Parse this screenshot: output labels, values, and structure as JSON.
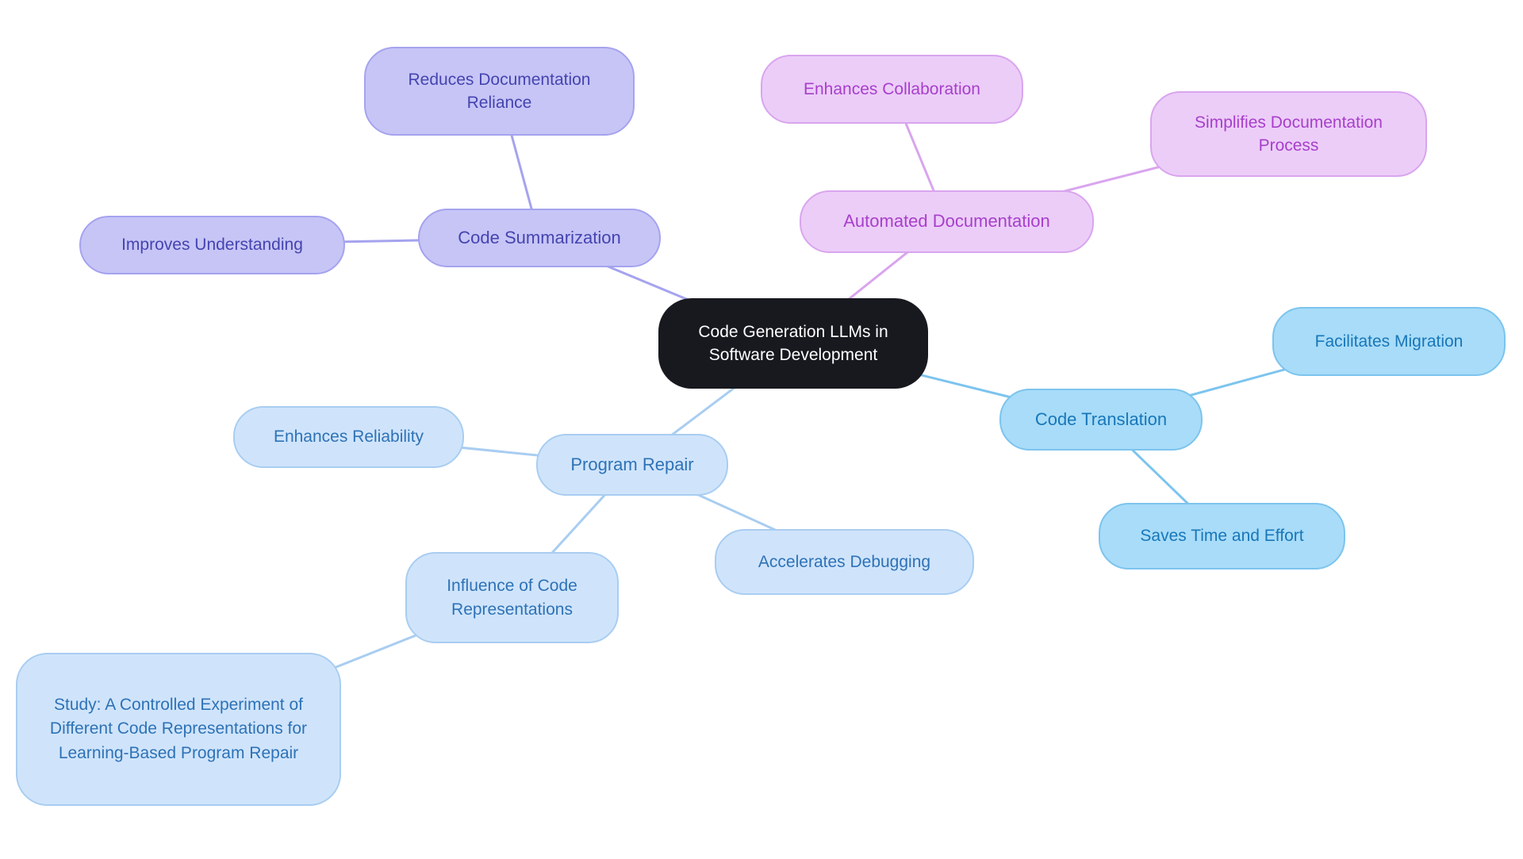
{
  "nodes": {
    "central": {
      "label": "Code Generation LLMs in Software Development"
    },
    "code_summarization": {
      "label": "Code Summarization"
    },
    "reduces_documentation_reliance": {
      "label": "Reduces Documentation Reliance"
    },
    "improves_understanding": {
      "label": "Improves Understanding"
    },
    "automated_documentation": {
      "label": "Automated Documentation"
    },
    "enhances_collaboration": {
      "label": "Enhances Collaboration"
    },
    "simplifies_documentation_process": {
      "label": "Simplifies Documentation Process"
    },
    "code_translation": {
      "label": "Code Translation"
    },
    "facilitates_migration": {
      "label": "Facilitates Migration"
    },
    "saves_time_and_effort": {
      "label": "Saves Time and Effort"
    },
    "program_repair": {
      "label": "Program Repair"
    },
    "enhances_reliability": {
      "label": "Enhances Reliability"
    },
    "accelerates_debugging": {
      "label": "Accelerates Debugging"
    },
    "influence_of_code_representations": {
      "label": "Influence of Code Representations"
    },
    "study_controlled_experiment": {
      "label": "Study: A Controlled Experiment of Different Code Representations for Learning-Based Program Repair"
    }
  },
  "structure": {
    "central": "Code Generation LLMs in Software Development",
    "branches": [
      {
        "label": "Code Summarization",
        "children": [
          "Reduces Documentation Reliance",
          "Improves Understanding"
        ]
      },
      {
        "label": "Automated Documentation",
        "children": [
          "Enhances Collaboration",
          "Simplifies Documentation Process"
        ]
      },
      {
        "label": "Code Translation",
        "children": [
          "Facilitates Migration",
          "Saves Time and Effort"
        ]
      },
      {
        "label": "Program Repair",
        "children": [
          "Enhances Reliability",
          "Accelerates Debugging",
          "Influence of Code Representations > Study: A Controlled Experiment of Different Code Representations for Learning-Based Program Repair"
        ]
      }
    ]
  },
  "colors": {
    "background": "#ffffff",
    "central_bg": "#17191f",
    "central_text": "#ffffff",
    "summarization_fill": "#c7c5f6",
    "summarization_border": "#a5a3ee",
    "summarization_text": "#4444b0",
    "documentation_fill": "#eccdf8",
    "documentation_border": "#d9a5ee",
    "documentation_text": "#a73fcb",
    "translation_fill": "#a8dcf8",
    "translation_border": "#7cc4ee",
    "translation_text": "#1877b9",
    "repair_fill": "#cfe4fb",
    "repair_border": "#a9cdf1",
    "repair_text": "#2e72b6"
  }
}
